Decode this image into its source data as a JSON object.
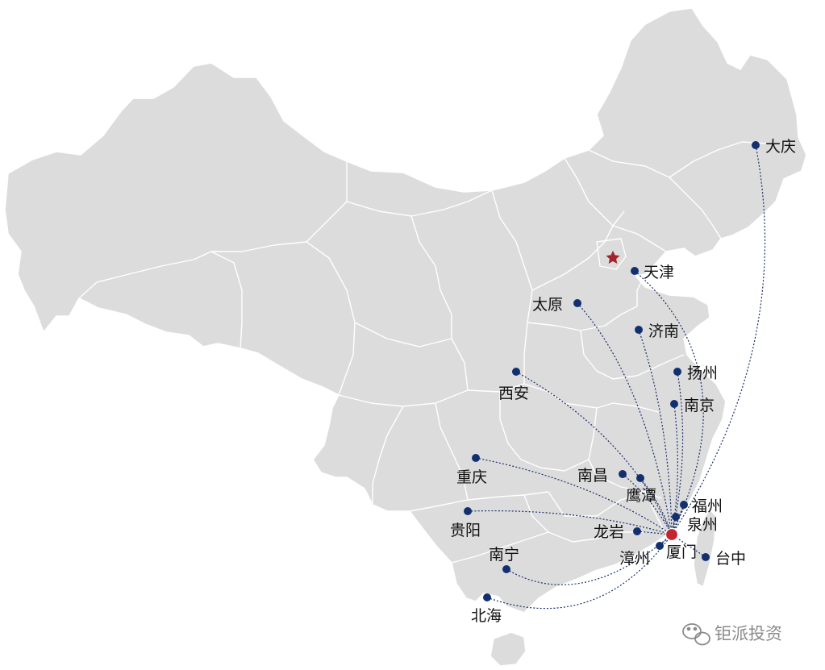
{
  "map": {
    "hub": {
      "id": "xiamen",
      "label": "厦门"
    },
    "cities": [
      {
        "id": "daqing",
        "label": "大庆"
      },
      {
        "id": "tianjin",
        "label": "天津"
      },
      {
        "id": "taiyuan",
        "label": "太原"
      },
      {
        "id": "jinan",
        "label": "济南"
      },
      {
        "id": "yangzhou",
        "label": "扬州"
      },
      {
        "id": "xian",
        "label": "西安"
      },
      {
        "id": "nanjing",
        "label": "南京"
      },
      {
        "id": "chongqing",
        "label": "重庆"
      },
      {
        "id": "nanchang",
        "label": "南昌"
      },
      {
        "id": "yingtan",
        "label": "鹰潭"
      },
      {
        "id": "fuzhou",
        "label": "福州"
      },
      {
        "id": "quanzhou",
        "label": "泉州"
      },
      {
        "id": "guiyang",
        "label": "贵阳"
      },
      {
        "id": "longyan",
        "label": "龙岩"
      },
      {
        "id": "zhangzhou",
        "label": "漳州"
      },
      {
        "id": "taizhong",
        "label": "台中"
      },
      {
        "id": "nanning",
        "label": "南宁"
      },
      {
        "id": "beihai",
        "label": "北海"
      }
    ],
    "capital_marker": "star-icon",
    "colors": {
      "land": "#dcdcdc",
      "borders": "#ffffff",
      "routes": "#1b2f6b",
      "city_dots": "#12306f",
      "hub": "#c1272d",
      "capital_star": "#a3232b"
    }
  },
  "watermark": {
    "text": "钜派投资",
    "icon": "wechat-icon"
  }
}
